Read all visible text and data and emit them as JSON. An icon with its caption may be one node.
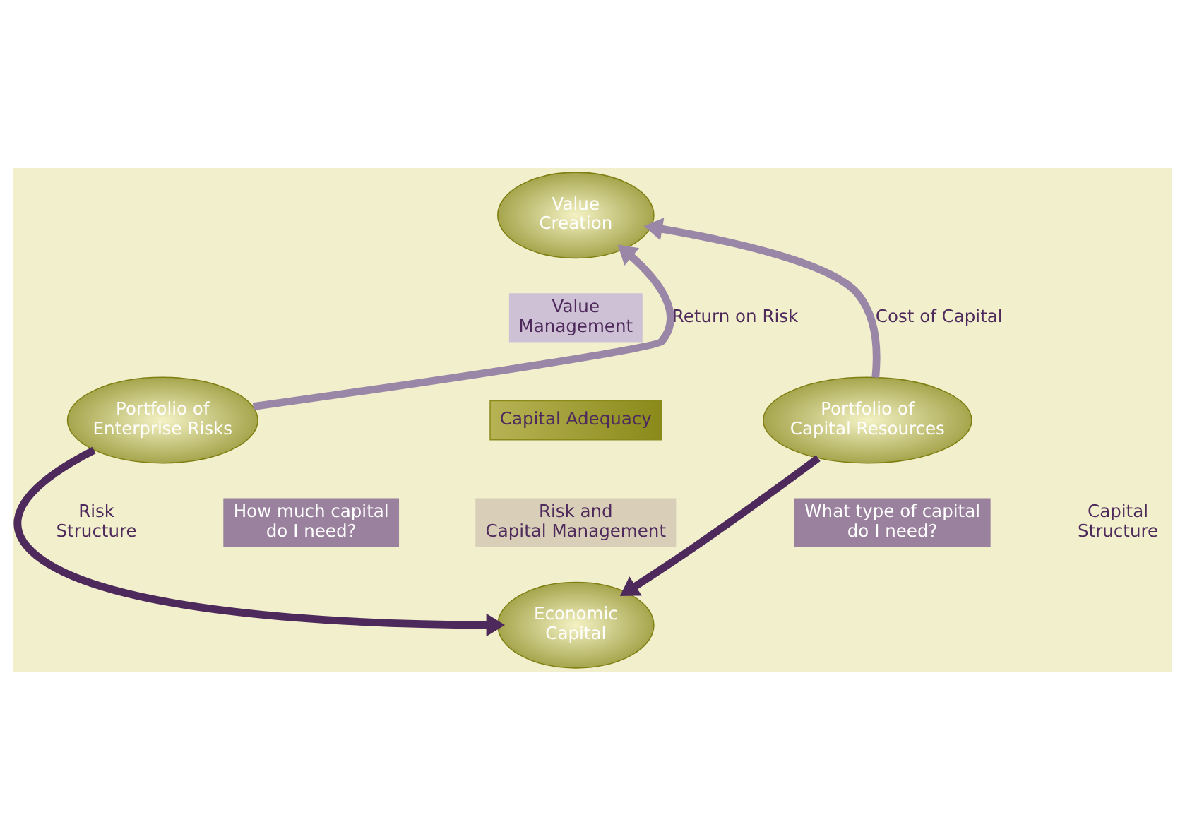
{
  "diagram": {
    "nodes": [
      {
        "text": [
          "Value Creation"
        ]
      },
      {
        "text": [
          "Value Management"
        ]
      },
      {
        "text": [
          "Portfolio of Enterprise Risks"
        ]
      },
      {
        "text": [
          "Capital Adequacy"
        ]
      },
      {
        "text": [
          "Portfolio of Capital Resources"
        ]
      },
      {
        "text": [
          "Risk and Capital Management"
        ]
      },
      {
        "text": [
          "How much capital do I need?"
        ]
      },
      {
        "text": [
          "What type of capital do I need?"
        ]
      },
      {
        "text": [
          "Economic Capital"
        ]
      }
    ],
    "edges": [
      {
        "from": 2,
        "to": 0,
        "arrow": "to",
        "label": "Return on Risk",
        "color": "#9a86a6"
      },
      {
        "from": 4,
        "to": 0,
        "arrow": "to",
        "label": "Cost of Capital",
        "color": "#9a86a6"
      },
      {
        "from": 2,
        "to": 8,
        "arrow": "to",
        "color": "#4e2a5c"
      },
      {
        "from": 4,
        "to": 8,
        "arrow": "to",
        "color": "#4e2a5c"
      }
    ],
    "labels": [
      "Risk Structure",
      "Capital Structure"
    ]
  }
}
